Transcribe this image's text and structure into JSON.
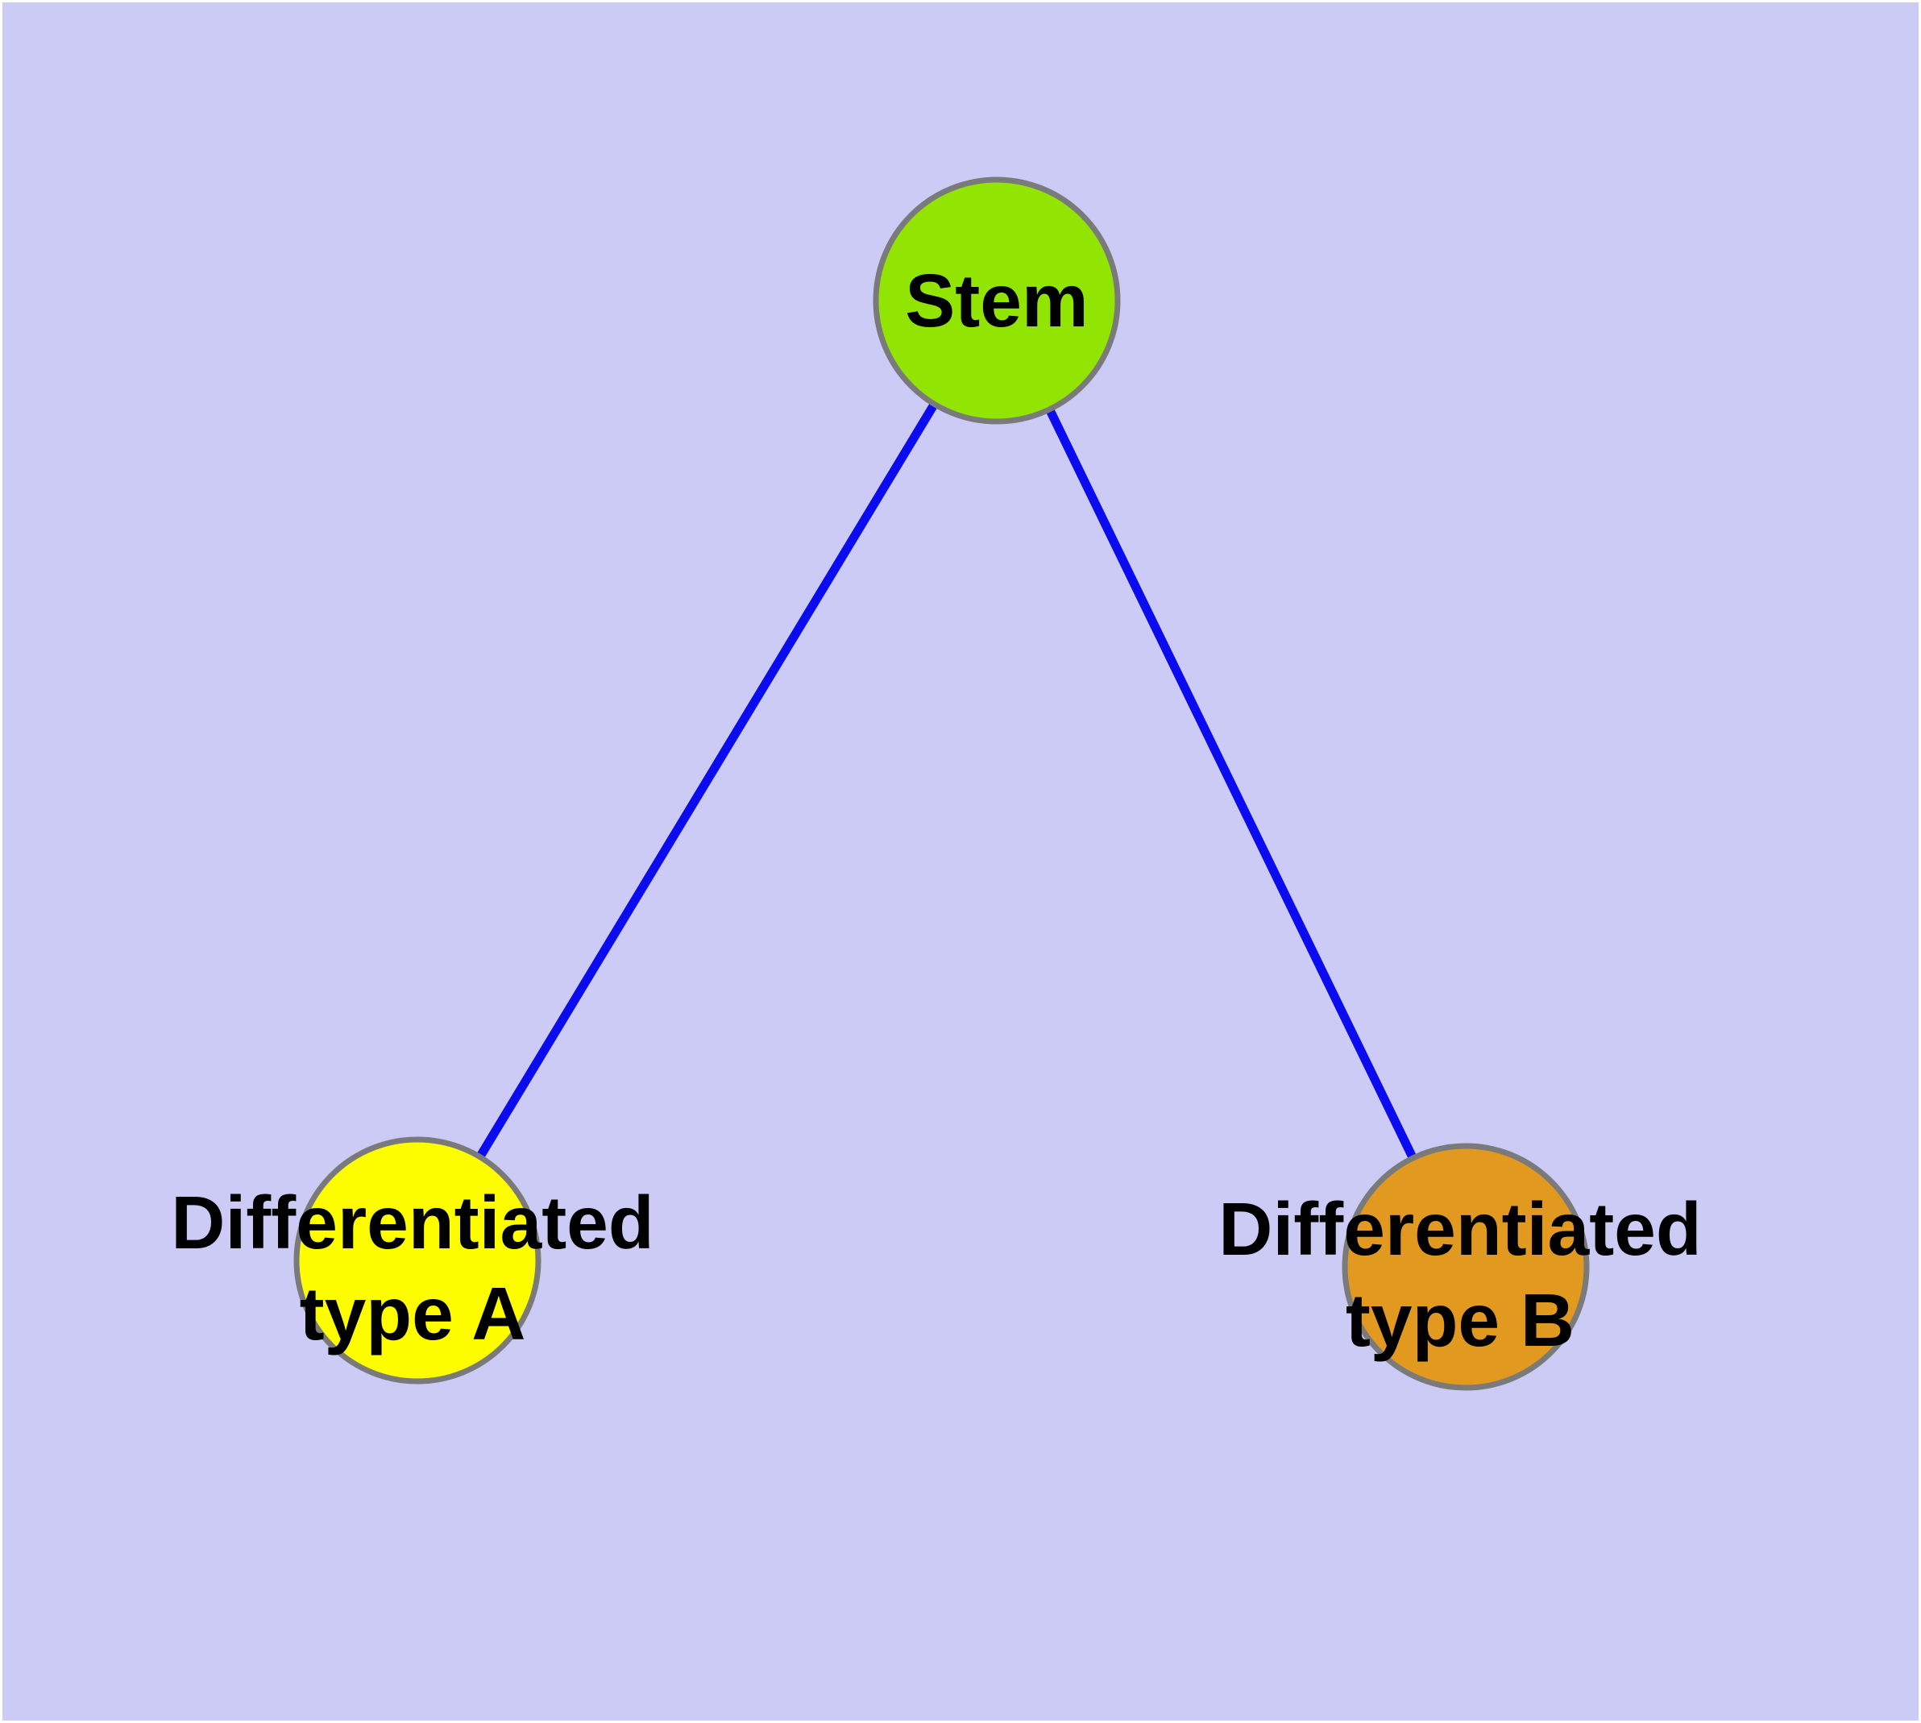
{
  "figure": {
    "background_color": "#cbcbf6",
    "frame_color": "#ffffff",
    "edge_color": "#0b0bf0",
    "node_border_color": "#7a7a7a",
    "text_color": "#000000",
    "nodes": {
      "stem": {
        "label": "Stem",
        "fill": "#92e403"
      },
      "type_a": {
        "label_line1": "Differentiated",
        "label_line2": "type A",
        "fill": "#fdfd00"
      },
      "type_b": {
        "label_line1": "Differentiated",
        "label_line2": "type B",
        "fill": "#e2991f"
      }
    }
  }
}
